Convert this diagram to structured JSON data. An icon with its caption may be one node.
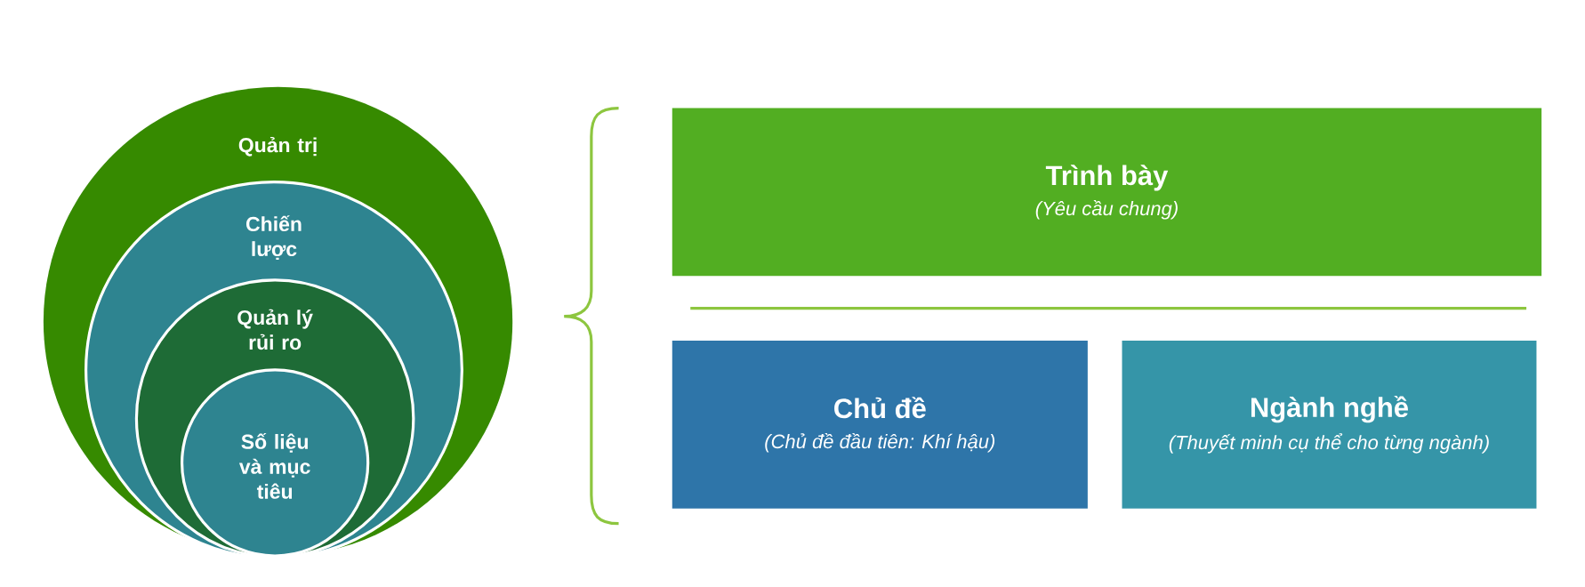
{
  "diagram": {
    "nodes": [
      {
        "text": [
          "Quản trị"
        ]
      },
      {
        "text": [
          "Chiến lược"
        ],
        "in": 0
      },
      {
        "text": [
          "Quản lý rủi ro"
        ],
        "in": 1
      },
      {
        "text": [
          "Số liệu và mục tiêu"
        ],
        "in": 2
      },
      {
        "text": [
          "Trình bày",
          "(Yêu cầu chung)"
        ]
      },
      {
        "text": [
          "Chủ đề",
          "(Chủ đề đầu tiên: Khí hậu)"
        ]
      },
      {
        "text": [
          "Ngành nghề",
          "(Thuyết minh cụ thể cho từng ngành)"
        ]
      }
    ]
  }
}
